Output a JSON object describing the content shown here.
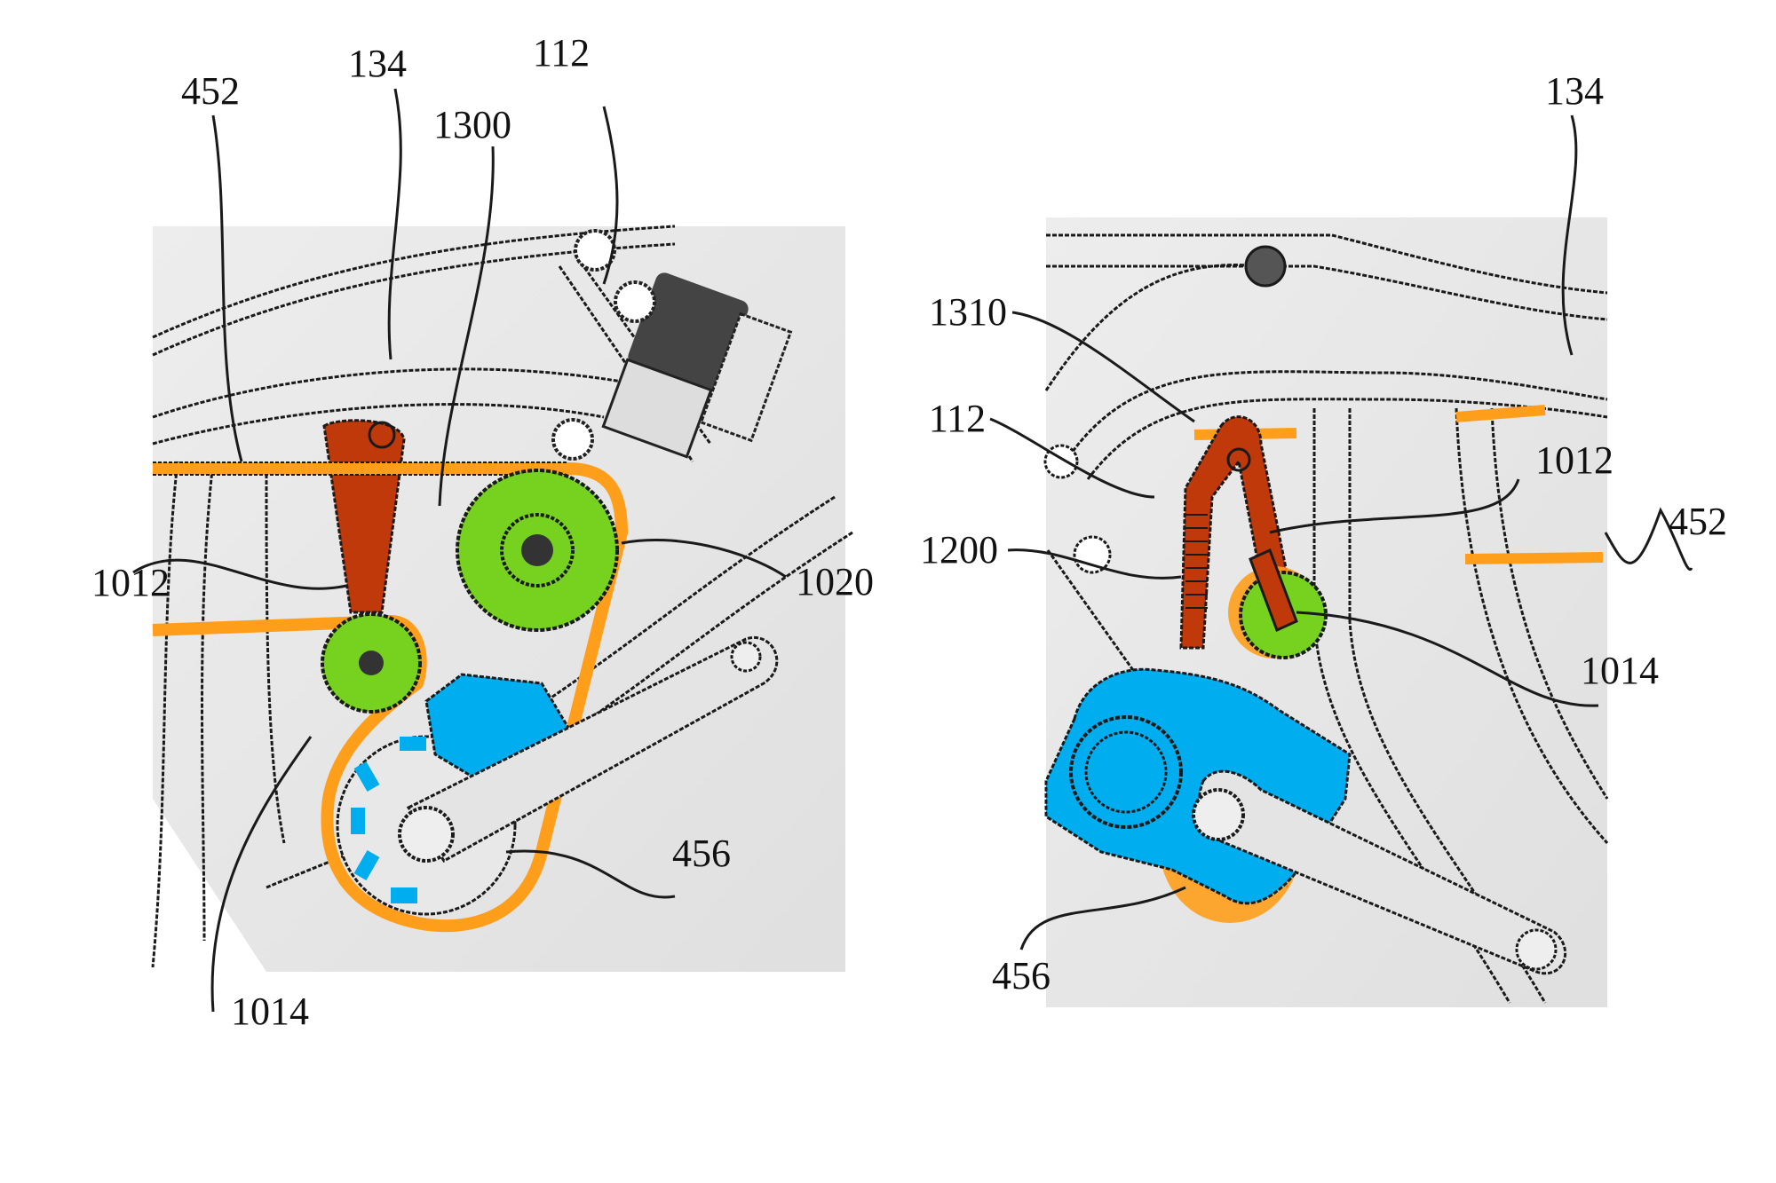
{
  "figure": {
    "colors": {
      "belt": "#FF9E1B",
      "idler": "#76D21F",
      "motor": "#00AEEF",
      "link": "#C0390B",
      "frame": "#E2E2E2",
      "line": "#1A1A1A"
    },
    "left_view": {
      "labels": {
        "l452": "452",
        "l134": "134",
        "l112": "112",
        "l1300": "1300",
        "l1012": "1012",
        "l1020": "1020",
        "l456": "456",
        "l1014": "1014"
      }
    },
    "right_view": {
      "labels": {
        "l134": "134",
        "l1310": "1310",
        "l112": "112",
        "l1012": "1012",
        "l452": "452",
        "l1200": "1200",
        "l1014": "1014",
        "l456": "456"
      }
    }
  }
}
